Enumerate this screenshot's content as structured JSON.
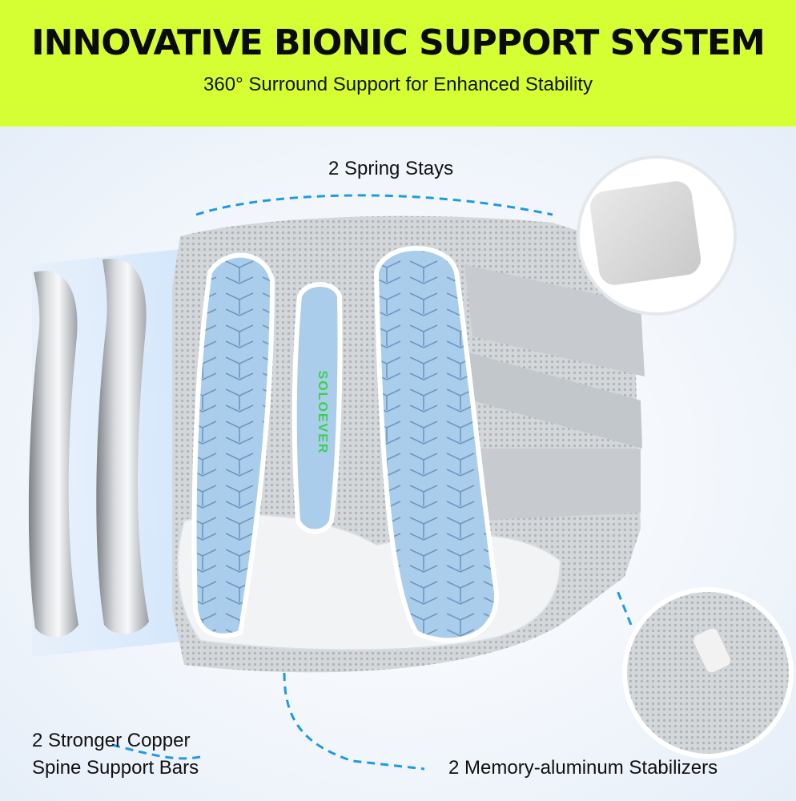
{
  "header": {
    "title": "INNOVATIVE BIONIC SUPPORT SYSTEM",
    "subtitle": "360° Surround Support for Enhanced Stability"
  },
  "callouts": {
    "spring_stays": "2 Spring Stays",
    "copper_bars_line1": "2 Stronger Copper",
    "copper_bars_line2": "Spine Support Bars",
    "stabilizers": "2 Memory-aluminum Stabilizers"
  },
  "product": {
    "brand": "SOLOEVER"
  },
  "colors": {
    "banner": "#d5ff33",
    "accent_dash": "#1e9be0",
    "pad_blue": "#a9cdeb",
    "mesh_gray": "#cfd3d6"
  }
}
